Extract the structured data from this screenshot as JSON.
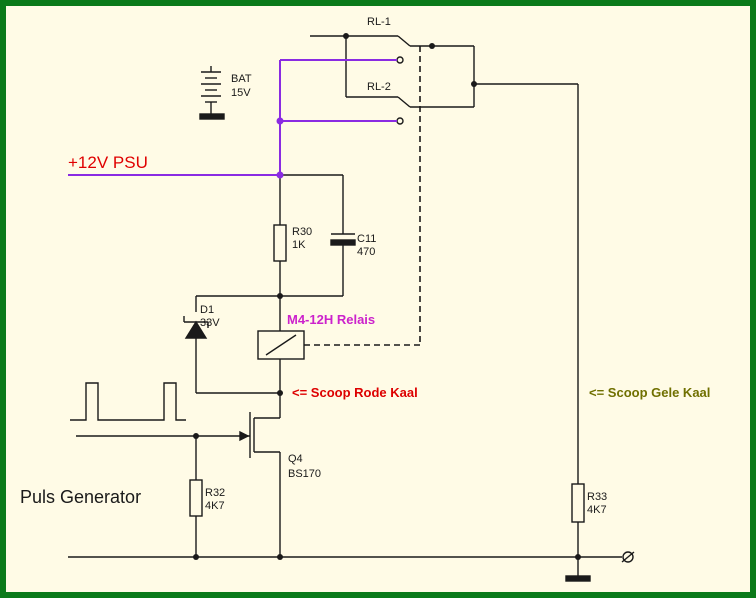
{
  "labels": {
    "rl1": "RL-1",
    "rl2": "RL-2",
    "bat_name": "BAT",
    "bat_voltage": "15V",
    "psu": "+12V PSU",
    "r30_name": "R30",
    "r30_value": "1K",
    "c11_name": "C11",
    "c11_value": "470",
    "d1_name": "D1",
    "d1_value": "33V",
    "relay": "M4-12H Relais",
    "scoop_red": "<= Scoop Rode Kaal",
    "scoop_yellow": "<= Scoop Gele Kaal",
    "q4_name": "Q4",
    "q4_value": "BS170",
    "pulse_gen": "Puls Generator",
    "r32_name": "R32",
    "r32_value": "4K7",
    "r33_name": "R33",
    "r33_value": "4K7"
  },
  "colors": {
    "frame": "#0b7a1a",
    "background": "#fffbe6",
    "wire": "#1a1a1a",
    "psu_wire": "#8a2be2",
    "psu_label": "#e00000",
    "relay_label": "#cc22cc",
    "scoop_red": "#dd0000",
    "scoop_yellow": "#707000"
  }
}
